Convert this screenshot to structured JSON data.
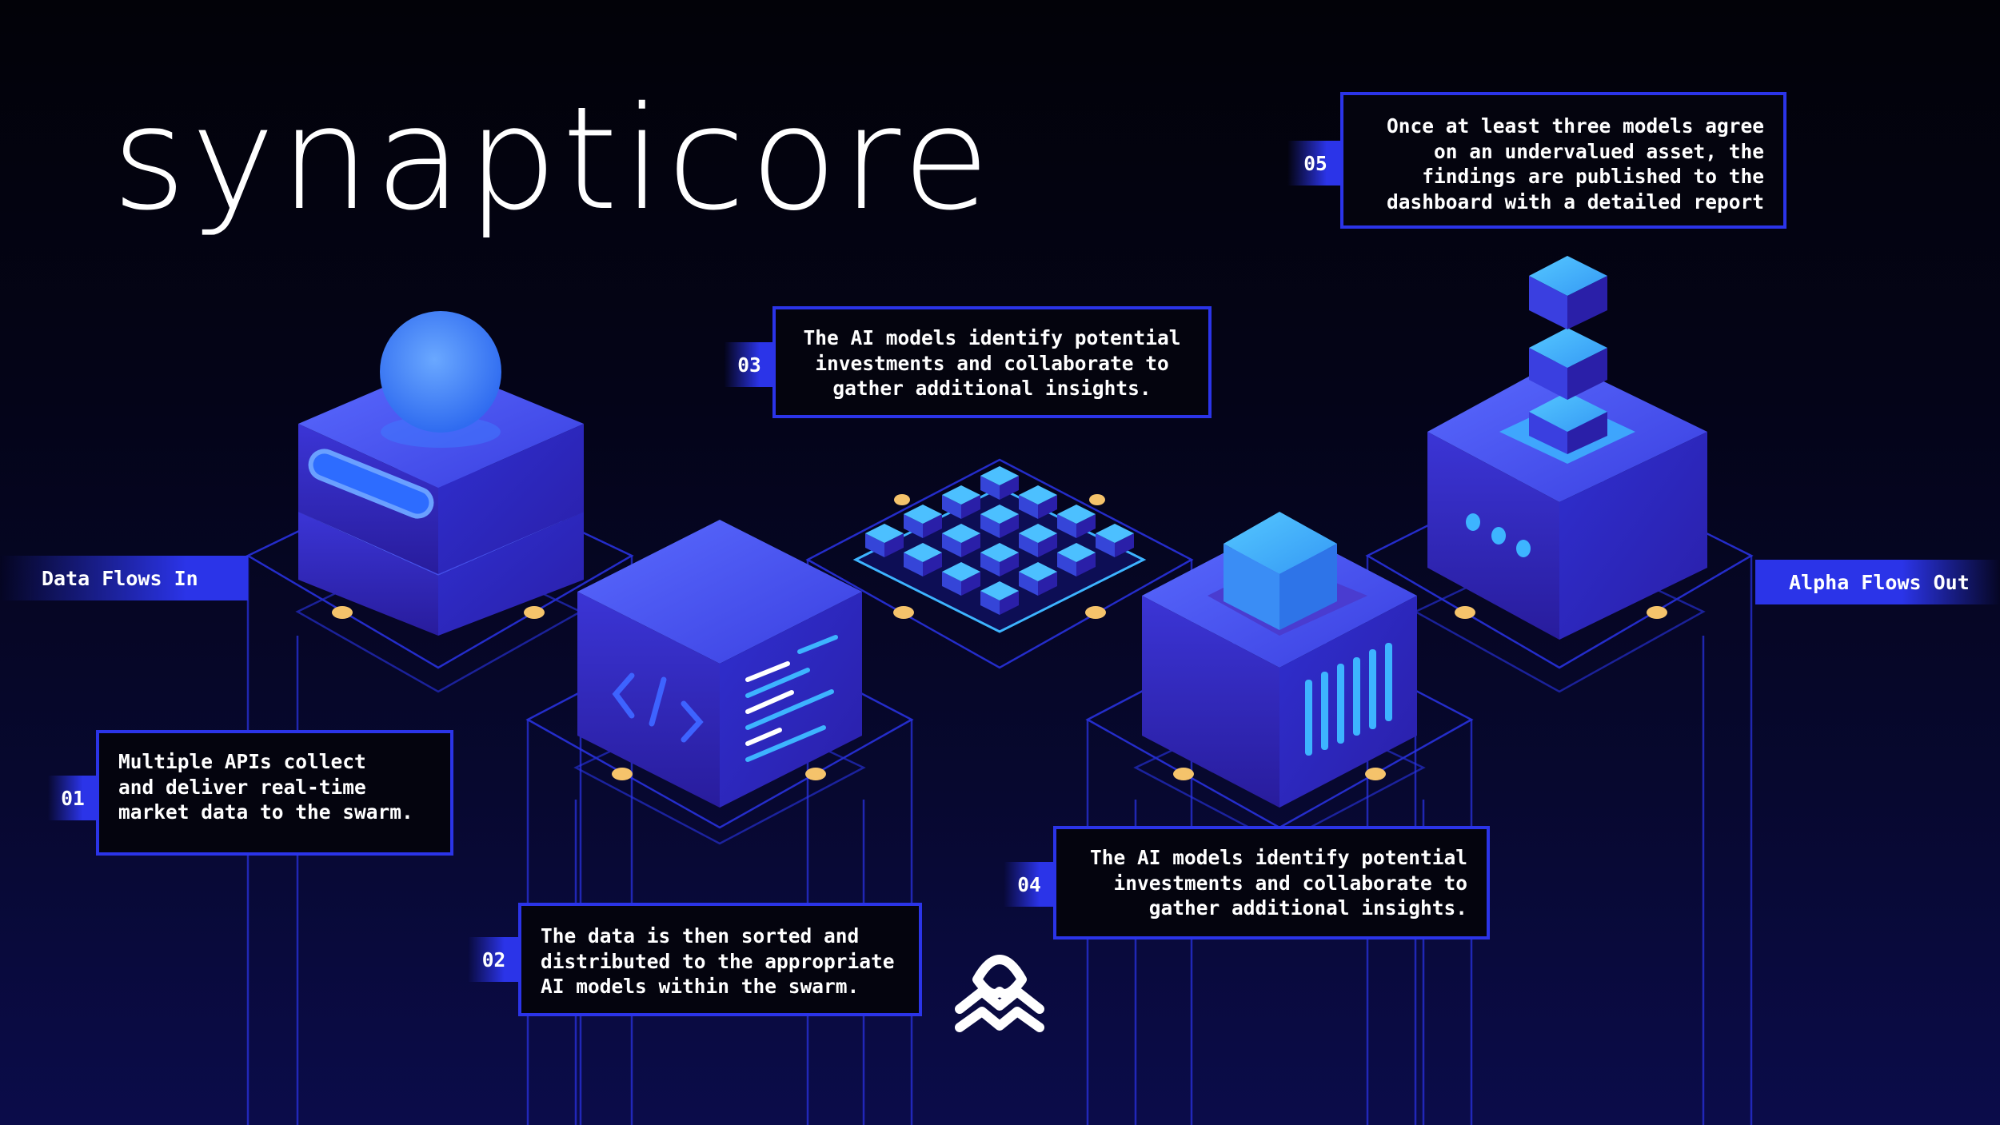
{
  "brand": {
    "name": "synapticore"
  },
  "flows": {
    "in_label": "Data Flows In",
    "out_label": "Alpha Flows Out"
  },
  "steps": [
    {
      "number": "01",
      "text": "Multiple APIs collect\nand deliver real-time\nmarket data to the swarm."
    },
    {
      "number": "02",
      "text": "The data is then sorted and\ndistributed to the appropriate\nAI models within the swarm."
    },
    {
      "number": "03",
      "text": "The AI models identify potential\ninvestments and collaborate to\ngather additional insights."
    },
    {
      "number": "04",
      "text": "The AI models identify potential\ninvestments and collaborate to\ngather additional insights."
    },
    {
      "number": "05",
      "text": "Once at least three models agree\non an undervalued asset, the\nfindings are published to the\ndashboard with a detailed report"
    }
  ],
  "colors": {
    "accent": "#2b34e8",
    "cube_light": "#4a5cff",
    "cube_dark": "#2a1fa8",
    "highlight_cyan": "#3db4ff",
    "node_gold": "#f5c36b"
  },
  "icons": [
    "logo-mark-icon",
    "code-icon",
    "sphere-icon",
    "server-cube-icon",
    "grid-cube-icon",
    "stacked-cubes-icon"
  ]
}
